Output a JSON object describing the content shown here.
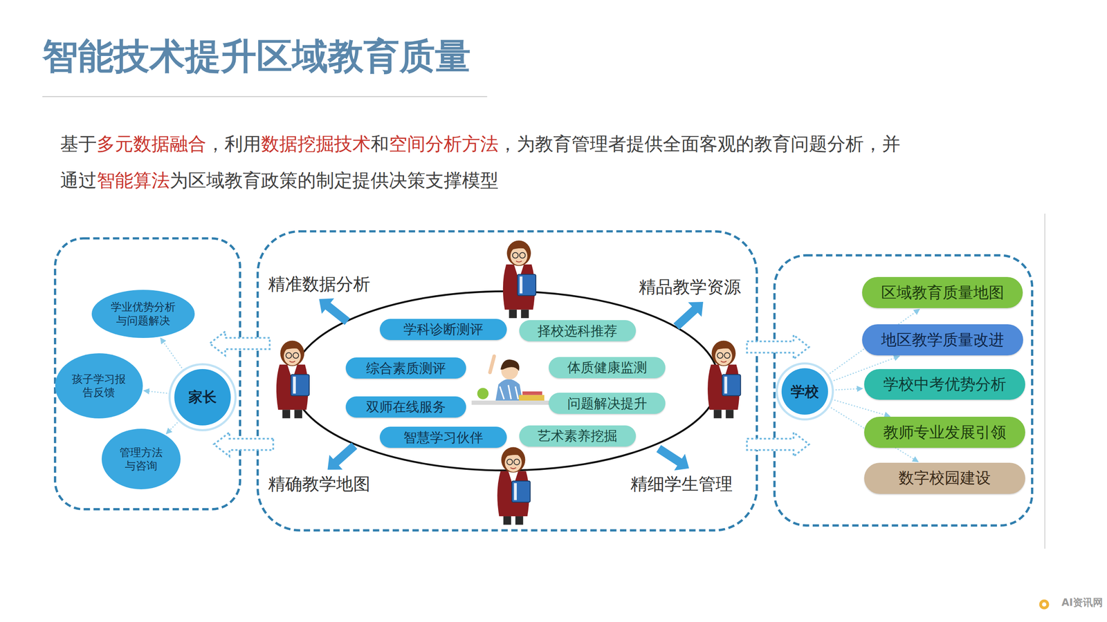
{
  "diagram": {
    "title": "智能技术提升区域教育质量",
    "nodes": [
      {
        "text": [
          "家长"
        ]
      },
      {
        "text": [
          "学业优势分析 与问题解决"
        ]
      },
      {
        "text": [
          "孩子学习报 告反馈"
        ]
      },
      {
        "text": [
          "管理方法 与咨询"
        ]
      },
      {
        "text": [
          "学科诊断测评"
        ]
      },
      {
        "text": [
          "择校选科推荐"
        ]
      },
      {
        "text": [
          "综合素质测评"
        ]
      },
      {
        "text": [
          "体质健康监测"
        ]
      },
      {
        "text": [
          "双师在线服务"
        ]
      },
      {
        "text": [
          "问题解决提升"
        ]
      },
      {
        "text": [
          "智慧学习伙伴"
        ]
      },
      {
        "text": [
          "艺术素养挖掘"
        ]
      },
      {
        "text": [
          "学校"
        ]
      },
      {
        "text": [
          "区域教育质量地图"
        ]
      },
      {
        "text": [
          "地区教学质量改进"
        ]
      },
      {
        "text": [
          "学校中考优势分析"
        ]
      },
      {
        "text": [
          "教师专业发展引领"
        ]
      },
      {
        "text": [
          "数字校园建设"
        ]
      }
    ],
    "edges": [
      {
        "from": 0,
        "to": 1,
        "arrow": "to"
      },
      {
        "from": 0,
        "to": 2,
        "arrow": "to"
      },
      {
        "from": 0,
        "to": 3,
        "arrow": "to"
      },
      {
        "from": 12,
        "to": 13,
        "arrow": "to"
      },
      {
        "from": 12,
        "to": 14,
        "arrow": "to"
      },
      {
        "from": 12,
        "to": 15,
        "arrow": "to"
      },
      {
        "from": 12,
        "to": 16,
        "arrow": "to"
      },
      {
        "from": 12,
        "to": 17,
        "arrow": "to"
      }
    ],
    "labels": [
      "基于",
      "多元数据融合",
      "，利用",
      "数据挖掘技术",
      "和",
      "空间分析方法",
      "，为教育管理者提供全面客观的教育问题分析，并",
      "通过",
      "智能算法",
      "为区域教育政策的制定提供决策支撑模型",
      "精准数据分析",
      "精品教学资源",
      "精确教学地图",
      "精细学生管理",
      "AI资讯网"
    ]
  }
}
